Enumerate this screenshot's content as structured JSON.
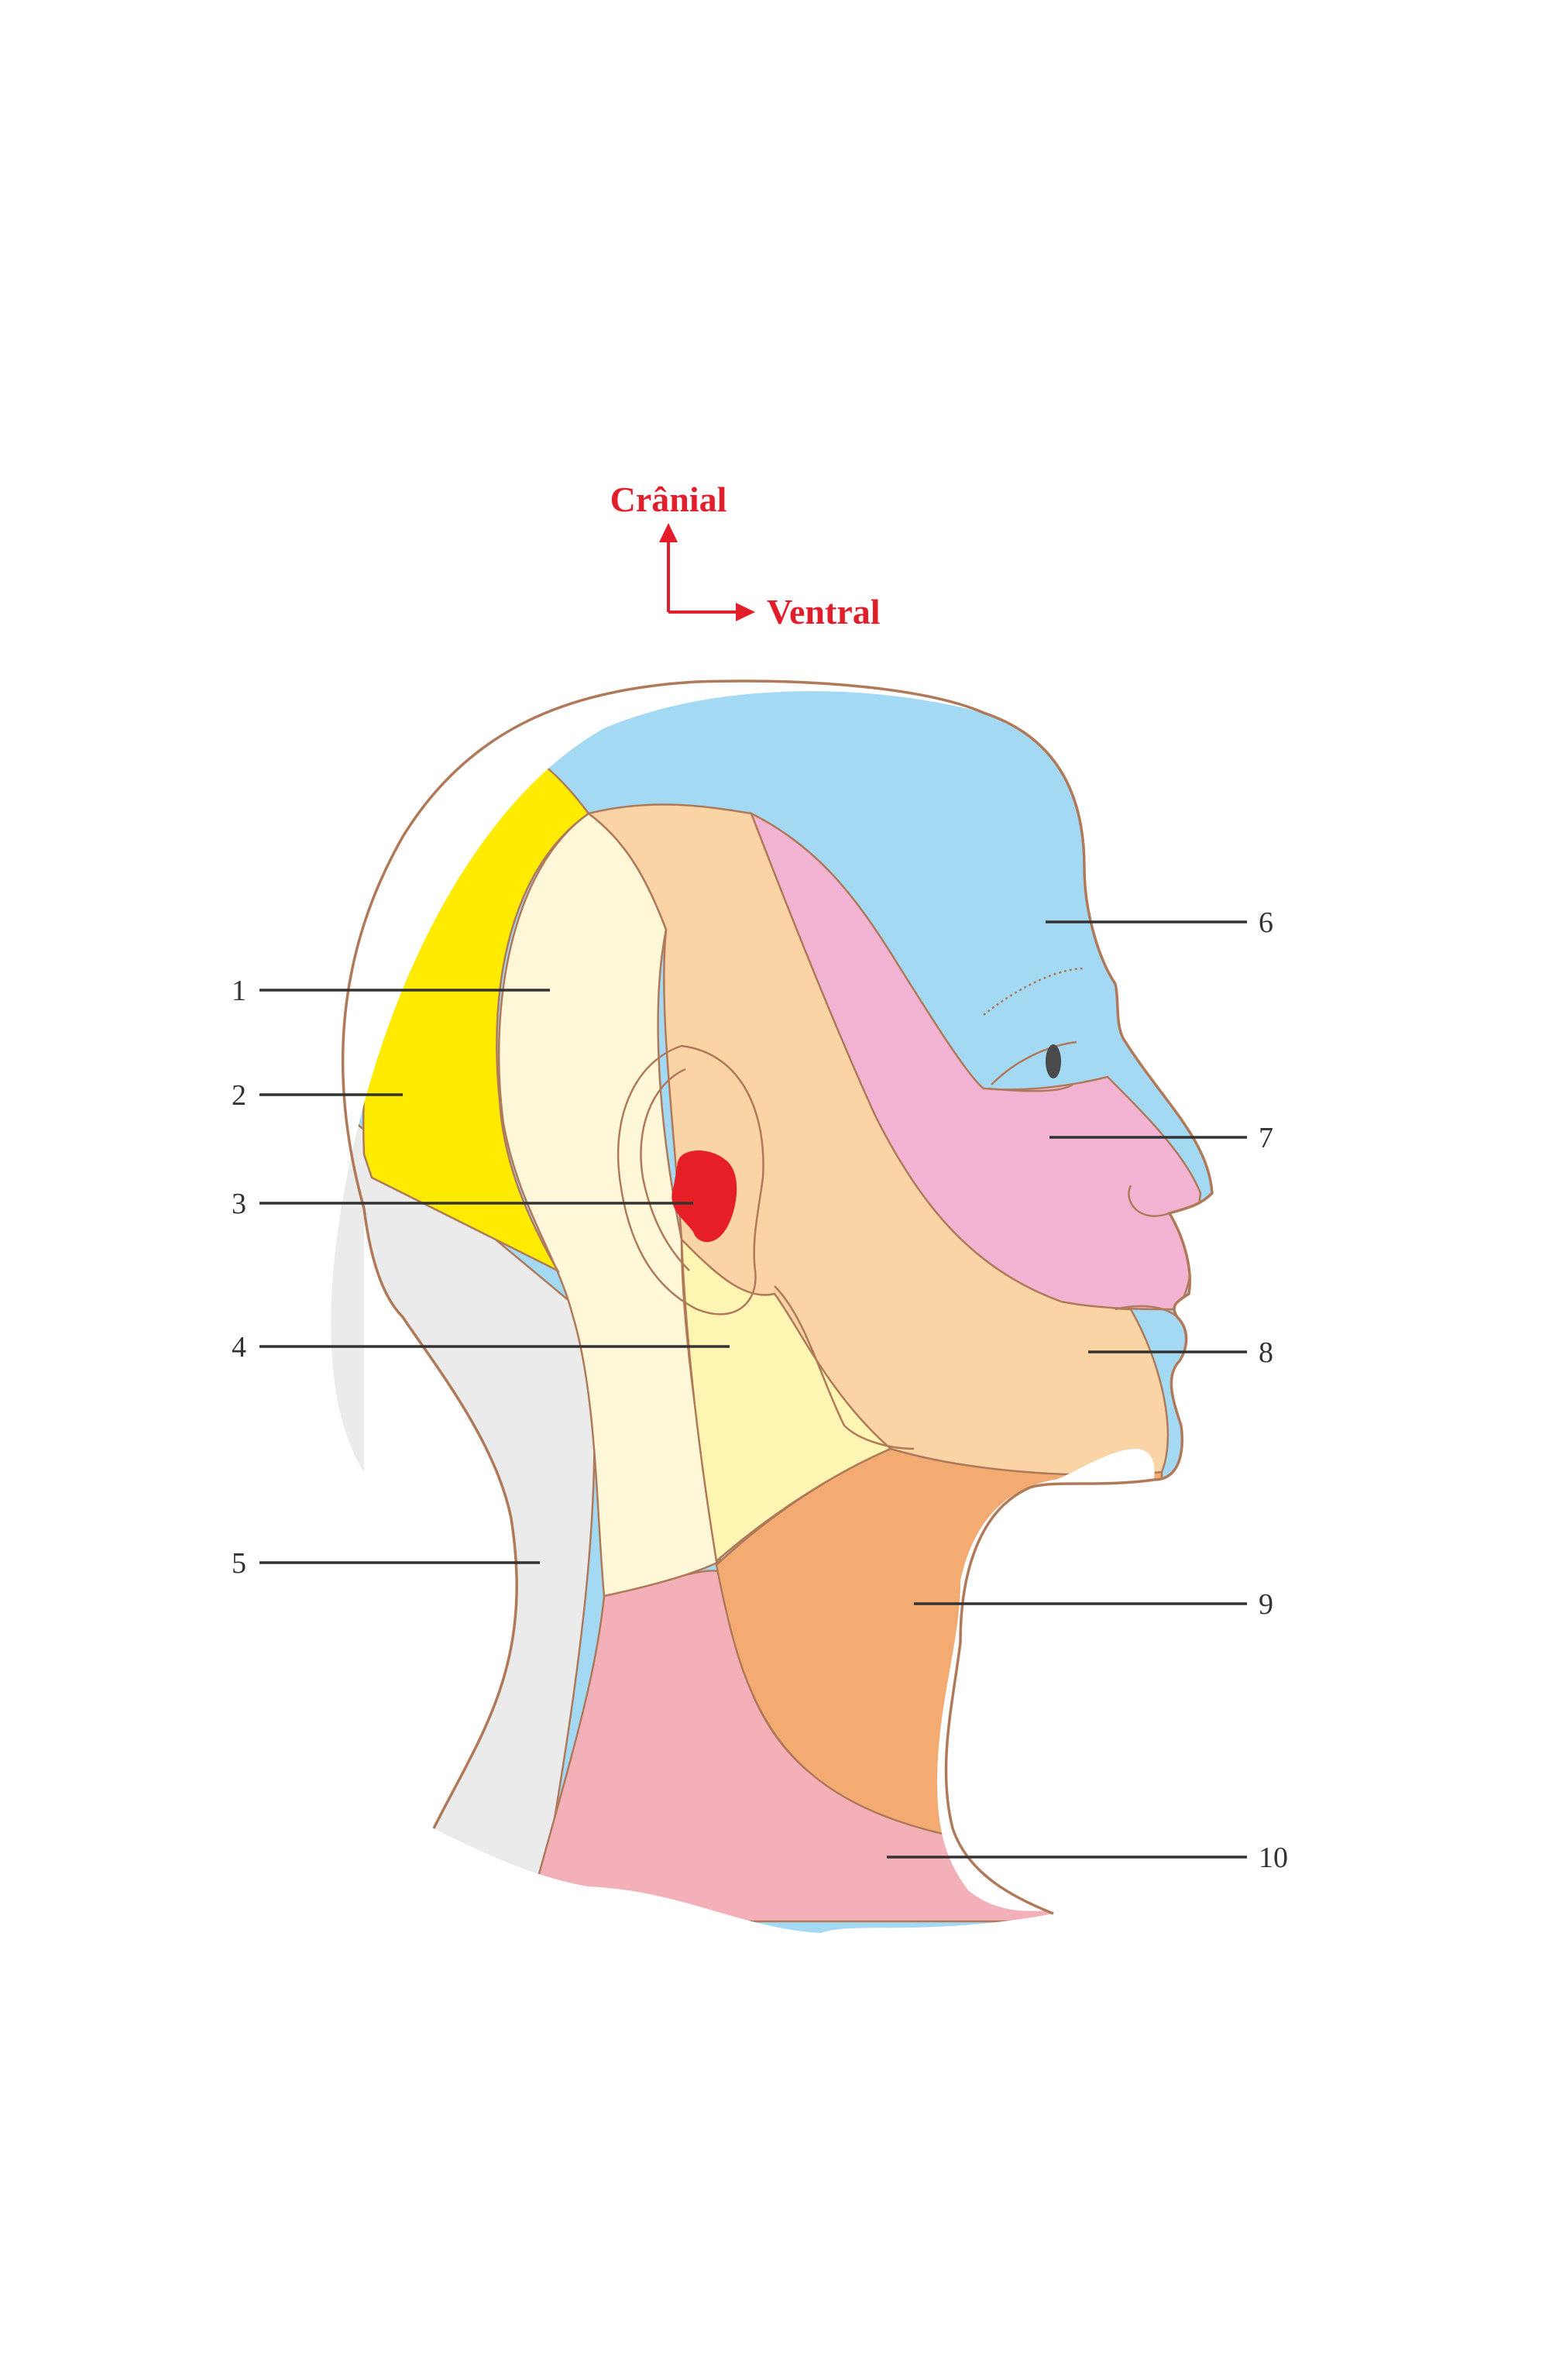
{
  "orientation": {
    "up_label": "Crânial",
    "right_label": "Ventral",
    "color": "#e21e2a"
  },
  "regions": [
    {
      "id": "1",
      "color": "#fff8d8"
    },
    {
      "id": "2",
      "color": "#ffeb00"
    },
    {
      "id": "3",
      "color": "#e51f25"
    },
    {
      "id": "4",
      "color": "#fff5b2"
    },
    {
      "id": "5",
      "color": "#ebebeb"
    },
    {
      "id": "6",
      "color": "#a4d9f3"
    },
    {
      "id": "7",
      "color": "#f3b3d3"
    },
    {
      "id": "8",
      "color": "#fad4a5"
    },
    {
      "id": "9",
      "color": "#f3ab72"
    },
    {
      "id": "10",
      "color": "#f4b0b8"
    }
  ],
  "outline_color": "#b07a5a"
}
